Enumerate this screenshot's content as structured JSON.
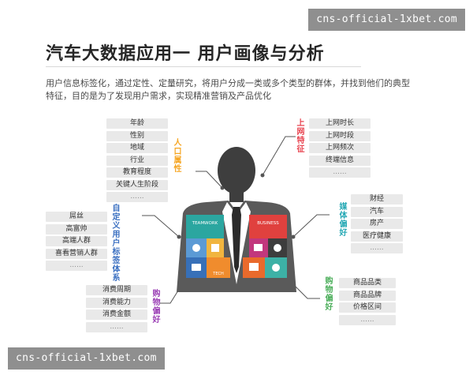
{
  "watermark": "cns-official-1xbet.com",
  "title": "汽车大数据应用一  用户画像与分析",
  "description": "用户信息标签化，通过定性、定量研究，将用户分成一类或多个类型的群体，并找到他们的典型特征，目的是为了发现用户需求，实现精准营销及产品优化",
  "groups": {
    "demographics": {
      "label": "人口属性",
      "color": "#f6a623",
      "items": [
        "年龄",
        "性别",
        "地域",
        "行业",
        "教育程度",
        "关键人生阶段",
        "......"
      ]
    },
    "online": {
      "label": "上网特征",
      "color": "#e8434f",
      "items": [
        "上网时长",
        "上网时段",
        "上网频次",
        "终端信息",
        "......"
      ]
    },
    "custom": {
      "label": "自定义用户标签体系",
      "color": "#3a6fc1",
      "items": [
        "屌丝",
        "高富帅",
        "高端人群",
        "喜看营销人群",
        "......"
      ]
    },
    "media": {
      "label": "媒体偏好",
      "color": "#27a9b5",
      "items": [
        "财经",
        "汽车",
        "房产",
        "医疗健康",
        "......"
      ]
    },
    "shopping": {
      "label": "购物偏好",
      "color": "#9b3fb5",
      "items": [
        "消费周期",
        "消费能力",
        "消费金额",
        "......"
      ]
    },
    "purchase": {
      "label": "购物偏好",
      "color": "#4bae5a",
      "items": [
        "商品品类",
        "商品品牌",
        "价格区间",
        "......"
      ]
    }
  },
  "figure_labels": {
    "left": "TEAMWORK",
    "right": "BUSINESS",
    "center": "TECH"
  },
  "colors": {
    "suit": "#5a5a5a",
    "head": "#3e3e3e",
    "shirt": "#ffffff",
    "tie": "#2b2b2b"
  }
}
